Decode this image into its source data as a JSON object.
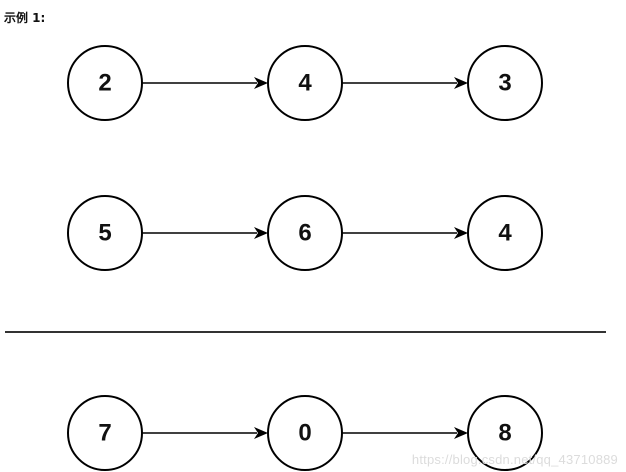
{
  "caption": "示例 1:",
  "lists": [
    {
      "name": "input-list-1",
      "values": [
        "2",
        "4",
        "3"
      ]
    },
    {
      "name": "input-list-2",
      "values": [
        "5",
        "6",
        "4"
      ]
    },
    {
      "name": "result-list",
      "values": [
        "7",
        "0",
        "8"
      ]
    }
  ],
  "watermark": "https://blog.csdn.net/qq_43710889"
}
